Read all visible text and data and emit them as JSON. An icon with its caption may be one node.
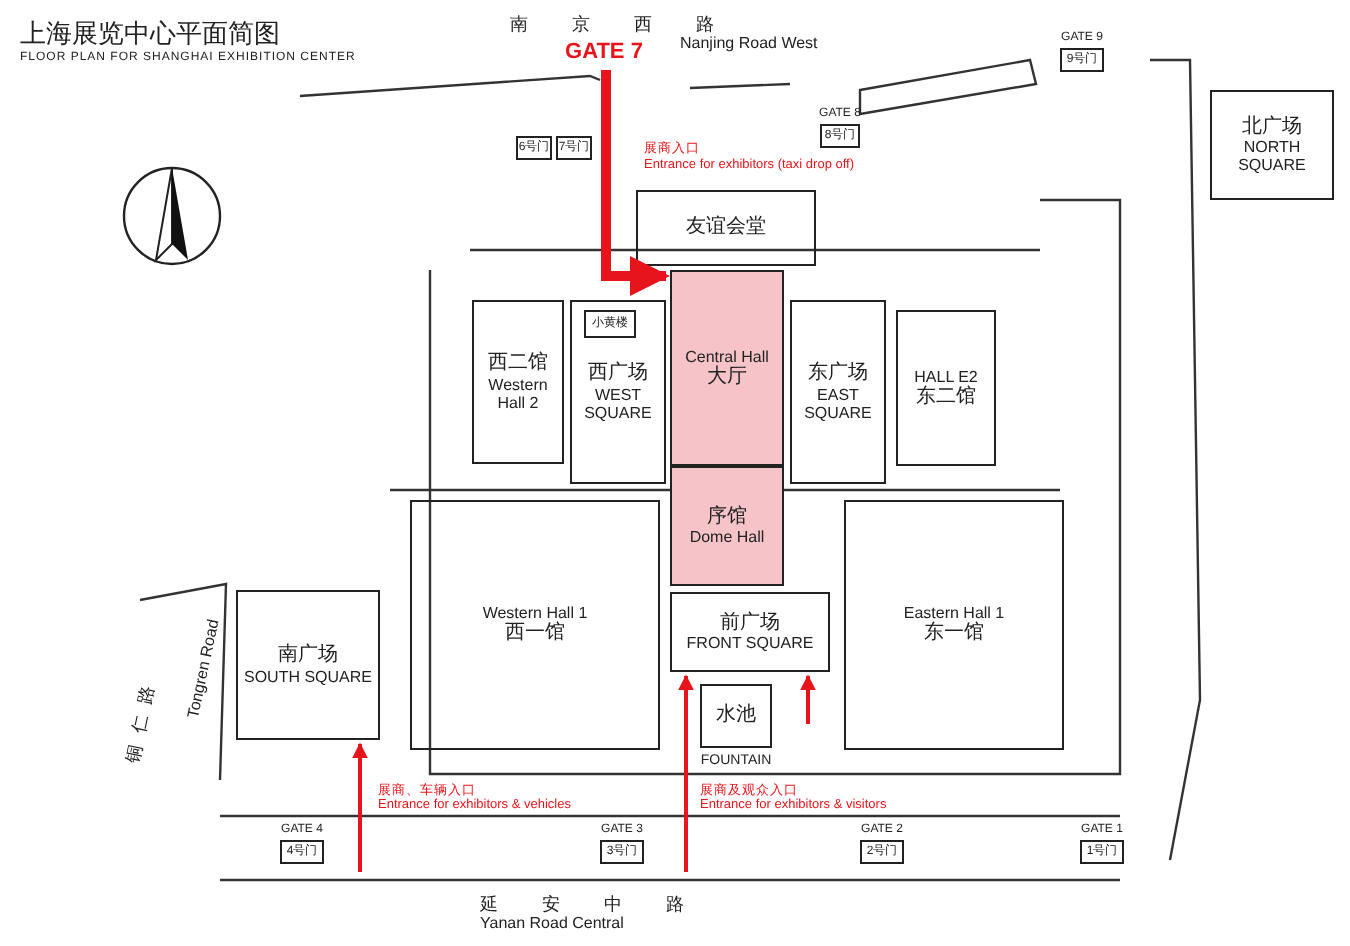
{
  "diagram": {
    "title": "上海展览中心平面简图",
    "nodes": [
      {
        "text": [
          "Central Hall",
          "大厅"
        ]
      },
      {
        "text": [
          "序馆",
          "Dome Hall"
        ]
      },
      {
        "text": [
          "友谊会堂"
        ]
      },
      {
        "text": [
          "西二馆",
          "Western Hall 2"
        ]
      },
      {
        "text": [
          "西广场",
          "WEST SQUARE"
        ]
      },
      {
        "text": [
          "小黄楼"
        ],
        "in": 4
      },
      {
        "text": [
          "东广场",
          "EAST SQUARE"
        ]
      },
      {
        "text": [
          "HALL E2",
          "东二馆"
        ]
      },
      {
        "text": [
          "Western Hall 1",
          "西一馆"
        ]
      },
      {
        "text": [
          "Eastern Hall 1",
          "东一馆"
        ]
      },
      {
        "text": [
          "前广场",
          "FRONT SQUARE"
        ]
      },
      {
        "text": [
          "水池"
        ],
        "beside": [
          "FOUNTAIN"
        ]
      },
      {
        "text": [
          "南广场",
          "SOUTH SQUARE"
        ]
      },
      {
        "text": [
          "北广场",
          "NORTH SQUARE"
        ]
      },
      {
        "text": [
          "GATE 7"
        ]
      },
      {
        "text": [
          "6号门"
        ]
      },
      {
        "text": [
          "7号门"
        ]
      },
      {
        "text": [
          "8号门"
        ],
        "beside": [
          "GATE 8"
        ]
      },
      {
        "text": [
          "9号门"
        ],
        "beside": [
          "GATE 9"
        ]
      },
      {
        "text": [
          "4号门"
        ],
        "beside": [
          "GATE 4"
        ]
      },
      {
        "text": [
          "3号门"
        ],
        "beside": [
          "GATE 3"
        ]
      },
      {
        "text": [
          "2号门"
        ],
        "beside": [
          "GATE 2"
        ]
      },
      {
        "text": [
          "1号门"
        ],
        "beside": [
          "GATE 1"
        ]
      }
    ],
    "edges": [
      {
        "from": 14,
        "to": 0,
        "arrow": "to",
        "style": "thick",
        "color": "#e8141b"
      },
      {
        "from": null,
        "to": 12,
        "arrow": "to",
        "color": "#e8141b"
      },
      {
        "from": null,
        "to": 10,
        "arrow": "to",
        "color": "#e8141b"
      },
      {
        "from": null,
        "to": 10,
        "arrow": "to",
        "color": "#e8141b"
      }
    ],
    "labels": [
      "FLOOR PLAN FOR SHANGHAI EXHIBITION CENTER",
      "南京西路",
      "Nanjing Road West",
      "展商入口",
      "Entrance for exhibitors (taxi drop off)",
      "铜仁路",
      "Tongren Road",
      "展商、车辆入口",
      "Entrance for exhibitors & vehicles",
      "展商及观众入口",
      "Entrance for exhibitors & visitors",
      "延安中路",
      "Yanan Road Central"
    ]
  }
}
